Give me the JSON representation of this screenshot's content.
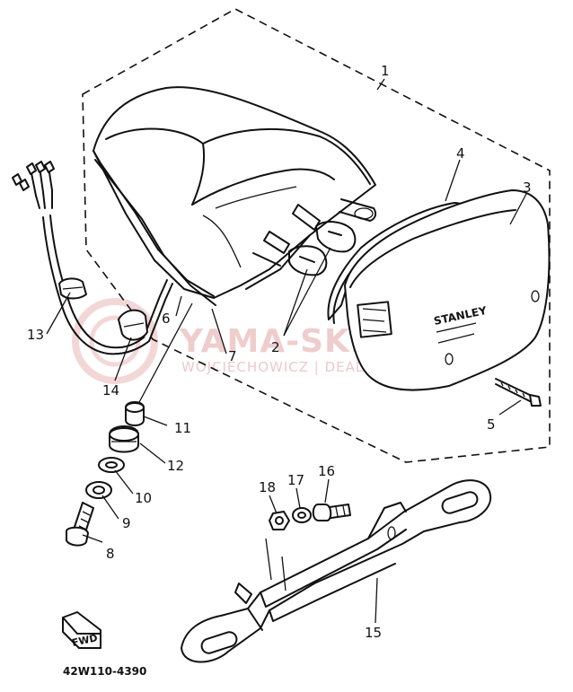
{
  "diagram": {
    "callouts": {
      "c1": "1",
      "c2": "2",
      "c3": "3",
      "c4": "4",
      "c5": "5",
      "c6": "6",
      "c7": "7",
      "c8": "8",
      "c9": "9",
      "c10": "10",
      "c11": "11",
      "c12": "12",
      "c13": "13",
      "c14": "14",
      "c15": "15",
      "c16": "16",
      "c17": "17",
      "c18": "18"
    },
    "part_code": "42W110-4390",
    "direction_badge": "FWD",
    "lens_marking": "STANLEY",
    "watermark": {
      "title": "YAMA-SKLEP.PL",
      "subtitle": "WOJCIECHOWICZ | DEALER YAMAHA"
    }
  }
}
